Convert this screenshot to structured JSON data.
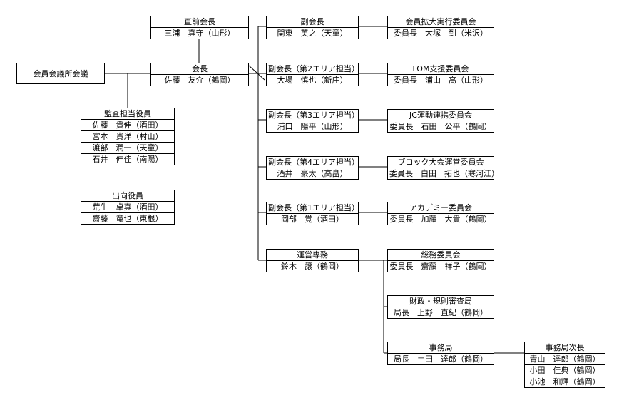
{
  "nodes": {
    "assembly": {
      "title": "会員会議所会議"
    },
    "past_president": {
      "title": "直前会長",
      "members": [
        "三浦　真守（山形）"
      ]
    },
    "president": {
      "title": "会長",
      "members": [
        "佐藤　友介（鶴岡）"
      ]
    },
    "auditors": {
      "title": "監査担当役員",
      "members": [
        "佐藤　貴伸（酒田）",
        "宮本　貴洋（村山）",
        "渡部　潤一（天童）",
        "石井　伸佳（南陽）"
      ]
    },
    "seconded": {
      "title": "出向役員",
      "members": [
        "荒生　卓真（酒田）",
        "齋藤　竜也（東根）"
      ]
    },
    "vp1": {
      "title": "副会長",
      "members": [
        "関東　英之（天童）"
      ]
    },
    "vp2": {
      "title": "副会長（第2エリア担当）",
      "members": [
        "大場　慎也（新庄）"
      ]
    },
    "vp3": {
      "title": "副会長（第3エリア担当）",
      "members": [
        "浦口　陽平（山形）"
      ]
    },
    "vp4": {
      "title": "副会長（第4エリア担当）",
      "members": [
        "酒井　豪太（高畠）"
      ]
    },
    "vp5": {
      "title": "副会長（第1エリア担当）",
      "members": [
        "岡部　覚（酒田）"
      ]
    },
    "exec_director": {
      "title": "運営専務",
      "members": [
        "鈴木　譲（鶴岡）"
      ]
    },
    "c1": {
      "title": "会員拡大実行委員会",
      "members": [
        "委員長　大塚　到（米沢）"
      ]
    },
    "c2": {
      "title": "LOM支援委員会",
      "members": [
        "委員長　浦山　高（山形）"
      ]
    },
    "c3": {
      "title": "JC運動連携委員会",
      "members": [
        "委員長　石田　公平（鶴岡）"
      ]
    },
    "c4": {
      "title": "ブロック大会運営委員会",
      "members": [
        "委員長　白田　拓也（寒河江）"
      ]
    },
    "c5": {
      "title": "アカデミー委員会",
      "members": [
        "委員長　加藤　大貴（鶴岡）"
      ]
    },
    "c6": {
      "title": "総務委員会",
      "members": [
        "委員長　齋藤　祥子（鶴岡）"
      ]
    },
    "finance": {
      "title": "財政・規則審査局",
      "members": [
        "局長　上野　直紀（鶴岡）"
      ]
    },
    "secretariat": {
      "title": "事務局",
      "members": [
        "局長　土田　達郎（鶴岡）"
      ]
    },
    "deputy": {
      "title": "事務局次長",
      "members": [
        "青山　達郎（鶴岡）",
        "小田　佳典（鶴岡）",
        "小池　和輝（鶴岡）"
      ]
    }
  }
}
